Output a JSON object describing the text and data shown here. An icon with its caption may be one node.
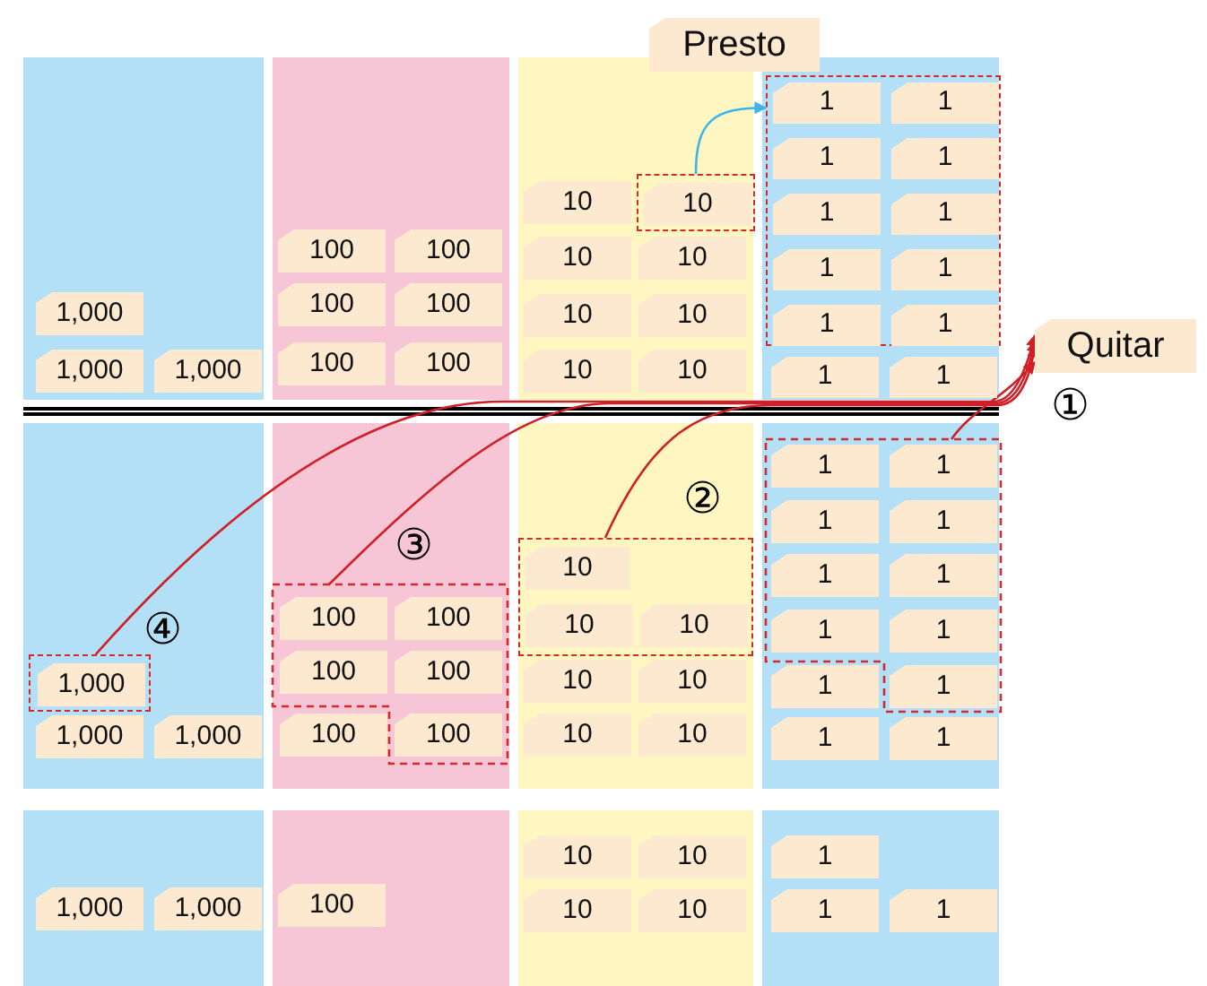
{
  "diagram": {
    "nodes": [
      {
        "text": [
          "Presto"
        ]
      },
      {
        "text": [],
        "shape": "box"
      },
      {
        "text": [
          "1,000"
        ],
        "in": 1
      },
      {
        "text": [
          "1,000"
        ],
        "in": 1
      },
      {
        "text": [
          "1,000"
        ],
        "in": 1
      },
      {
        "text": [],
        "shape": "box"
      },
      {
        "text": [
          "100"
        ],
        "in": 5
      },
      {
        "text": [
          "100"
        ],
        "in": 5
      },
      {
        "text": [
          "100"
        ],
        "in": 5
      },
      {
        "text": [
          "100"
        ],
        "in": 5
      },
      {
        "text": [
          "100"
        ],
        "in": 5
      },
      {
        "text": [
          "100"
        ],
        "in": 5
      },
      {
        "text": [],
        "shape": "box"
      },
      {
        "text": [
          "10"
        ],
        "in": 12
      },
      {
        "text": [],
        "shape": "box",
        "in": 12
      },
      {
        "text": [
          "10"
        ],
        "in": 14
      },
      {
        "text": [
          "10"
        ],
        "in": 12
      },
      {
        "text": [
          "10"
        ],
        "in": 12
      },
      {
        "text": [
          "10"
        ],
        "in": 12
      },
      {
        "text": [
          "10"
        ],
        "in": 12
      },
      {
        "text": [
          "10"
        ],
        "in": 12
      },
      {
        "text": [
          "10"
        ],
        "in": 12
      },
      {
        "text": [],
        "shape": "box"
      },
      {
        "text": [],
        "shape": "box",
        "in": 22
      },
      {
        "text": [
          "1"
        ],
        "in": 23
      },
      {
        "text": [
          "1"
        ],
        "in": 23
      },
      {
        "text": [
          "1"
        ],
        "in": 23
      },
      {
        "text": [
          "1"
        ],
        "in": 23
      },
      {
        "text": [
          "1"
        ],
        "in": 23
      },
      {
        "text": [
          "1"
        ],
        "in": 23
      },
      {
        "text": [
          "1"
        ],
        "in": 23
      },
      {
        "text": [
          "1"
        ],
        "in": 23
      },
      {
        "text": [
          "1"
        ],
        "in": 23
      },
      {
        "text": [
          "1"
        ],
        "in": 23
      },
      {
        "text": [
          "1"
        ],
        "in": 22
      },
      {
        "text": [
          "1"
        ],
        "in": 22
      },
      {
        "text": [
          "Quitar"
        ]
      },
      {
        "text": [],
        "shape": "box"
      },
      {
        "text": [],
        "shape": "box",
        "in": 37
      },
      {
        "text": [
          "1,000"
        ],
        "in": 38
      },
      {
        "text": [
          "1,000"
        ],
        "in": 37
      },
      {
        "text": [
          "1,000"
        ],
        "in": 37
      },
      {
        "text": [],
        "shape": "box"
      },
      {
        "text": [],
        "shape": "box",
        "in": 42
      },
      {
        "text": [
          "100"
        ],
        "in": 43
      },
      {
        "text": [
          "100"
        ],
        "in": 43
      },
      {
        "text": [
          "100"
        ],
        "in": 43
      },
      {
        "text": [
          "100"
        ],
        "in": 43
      },
      {
        "text": [
          "100"
        ],
        "in": 42
      },
      {
        "text": [
          "100"
        ],
        "in": 43
      },
      {
        "text": [],
        "shape": "box"
      },
      {
        "text": [],
        "shape": "box",
        "in": 50
      },
      {
        "text": [
          "10"
        ],
        "in": 51
      },
      {
        "text": [
          "10"
        ],
        "in": 51
      },
      {
        "text": [
          "10"
        ],
        "in": 51
      },
      {
        "text": [
          "10"
        ],
        "in": 50
      },
      {
        "text": [
          "10"
        ],
        "in": 50
      },
      {
        "text": [
          "10"
        ],
        "in": 50
      },
      {
        "text": [
          "10"
        ],
        "in": 50
      },
      {
        "text": [],
        "shape": "box"
      },
      {
        "text": [],
        "shape": "box",
        "in": 59
      },
      {
        "text": [
          "1"
        ],
        "in": 60
      },
      {
        "text": [
          "1"
        ],
        "in": 60
      },
      {
        "text": [
          "1"
        ],
        "in": 60
      },
      {
        "text": [
          "1"
        ],
        "in": 60
      },
      {
        "text": [
          "1"
        ],
        "in": 60
      },
      {
        "text": [
          "1"
        ],
        "in": 60
      },
      {
        "text": [
          "1"
        ],
        "in": 60
      },
      {
        "text": [
          "1"
        ],
        "in": 60
      },
      {
        "text": [
          "1"
        ],
        "in": 59
      },
      {
        "text": [
          "1"
        ],
        "in": 60
      },
      {
        "text": [
          "1"
        ],
        "in": 59
      },
      {
        "text": [
          "1"
        ],
        "in": 59
      },
      {
        "text": [],
        "shape": "box"
      },
      {
        "text": [
          "1,000"
        ],
        "in": 73
      },
      {
        "text": [
          "1,000"
        ],
        "in": 73
      },
      {
        "text": [],
        "shape": "box"
      },
      {
        "text": [
          "100"
        ],
        "in": 76
      },
      {
        "text": [],
        "shape": "box"
      },
      {
        "text": [
          "10"
        ],
        "in": 78
      },
      {
        "text": [
          "10"
        ],
        "in": 78
      },
      {
        "text": [
          "10"
        ],
        "in": 78
      },
      {
        "text": [
          "10"
        ],
        "in": 78
      },
      {
        "text": [],
        "shape": "box"
      },
      {
        "text": [
          "1"
        ],
        "in": 83
      },
      {
        "text": [
          "1"
        ],
        "in": 83
      },
      {
        "text": [
          "1"
        ],
        "in": 83
      }
    ],
    "edges": [
      {
        "from": 14,
        "to": 23,
        "arrow": "to",
        "color": "#3db5ea"
      },
      {
        "from": 60,
        "to": 36,
        "arrow": "to",
        "label": "①"
      },
      {
        "from": 51,
        "to": 36,
        "arrow": "to",
        "label": "②"
      },
      {
        "from": 43,
        "to": 36,
        "arrow": "to",
        "label": "③"
      },
      {
        "from": 38,
        "to": 36,
        "arrow": "to",
        "label": "④"
      }
    ]
  }
}
